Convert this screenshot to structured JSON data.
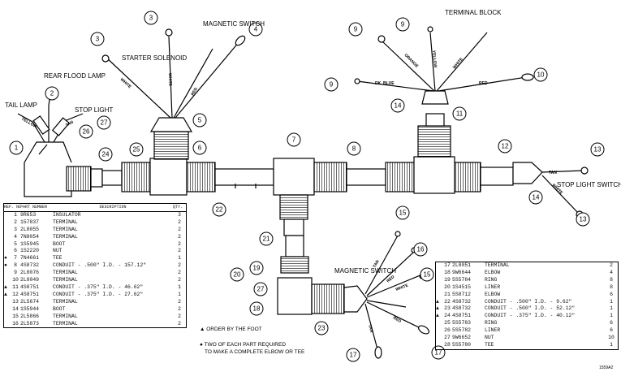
{
  "labels": {
    "tail_lamp": "TAIL LAMP",
    "rear_flood_lamp": "REAR FLOOD LAMP",
    "stop_light": "STOP LIGHT",
    "starter_solenoid": "STARTER SOLENOID",
    "magnetic_switch_top": "MAGNETIC SWITCH",
    "terminal_block": "TERMINAL BLOCK",
    "magnetic_switch_bottom": "MAGNETIC SWITCH",
    "stop_light_switch": "STOP LIGHT SWITCH"
  },
  "wires": {
    "yellow": "YELLOW",
    "tan": "TAN",
    "white1": "WHITE",
    "white2": "WHITE",
    "red1": "RED",
    "orange": "ORANGE",
    "yellow2": "YELLOW",
    "white3": "WHITE",
    "dk_blue": "DK. BLUE",
    "red2": "RED",
    "tan2": "TAN",
    "white4": "WHITE",
    "tan3": "TAN",
    "red3": "RED",
    "white5": "WHITE",
    "red4": "RED",
    "tan4": "TAN"
  },
  "callouts": [
    "1",
    "2",
    "3",
    "3",
    "4",
    "5",
    "6",
    "7",
    "8",
    "9",
    "9",
    "9",
    "10",
    "11",
    "12",
    "13",
    "13",
    "14",
    "14",
    "15",
    "15",
    "16",
    "17",
    "17",
    "18",
    "19",
    "20",
    "21",
    "22",
    "23",
    "24",
    "25",
    "26",
    "27",
    "27"
  ],
  "table_left": {
    "headers": [
      "REF. NO.",
      "PART NUMBER",
      "DESCRIPTION",
      "QTY."
    ],
    "rows": [
      {
        "mark": "",
        "ref": "1",
        "part": "9R653",
        "desc": "INSULATOR",
        "qty": "3"
      },
      {
        "mark": "",
        "ref": "2",
        "part": "157837",
        "desc": "TERMINAL",
        "qty": "2"
      },
      {
        "mark": "",
        "ref": "3",
        "part": "2L8055",
        "desc": "TERMINAL",
        "qty": "2"
      },
      {
        "mark": "",
        "ref": "4",
        "part": "7N8054",
        "desc": "TERMINAL",
        "qty": "2"
      },
      {
        "mark": "",
        "ref": "5",
        "part": "1S5945",
        "desc": "BOOT",
        "qty": "2"
      },
      {
        "mark": "",
        "ref": "6",
        "part": "1S2220",
        "desc": "NUT",
        "qty": "2"
      },
      {
        "mark": "●",
        "ref": "7",
        "part": "7N4661",
        "desc": "TEE",
        "qty": "1"
      },
      {
        "mark": "●",
        "ref": "8",
        "part": "4S8732",
        "desc": "CONDUIT - .500\" I.D. - 157.12\"",
        "qty": "2"
      },
      {
        "mark": "",
        "ref": "9",
        "part": "2L8076",
        "desc": "TERMINAL",
        "qty": "2"
      },
      {
        "mark": "",
        "ref": "10",
        "part": "2L8049",
        "desc": "TERMINAL",
        "qty": "2"
      },
      {
        "mark": "▲",
        "ref": "11",
        "part": "4S8751",
        "desc": "CONDUIT - .375\" I.D. - 46.62\"",
        "qty": "1"
      },
      {
        "mark": "▲",
        "ref": "12",
        "part": "4S8751",
        "desc": "CONDUIT - .375\" I.D. - 27.62\"",
        "qty": "1"
      },
      {
        "mark": "",
        "ref": "13",
        "part": "2L5674",
        "desc": "TERMINAL",
        "qty": "2"
      },
      {
        "mark": "",
        "ref": "14",
        "part": "1S5944",
        "desc": "BOOT",
        "qty": "2"
      },
      {
        "mark": "",
        "ref": "15",
        "part": "2L5866",
        "desc": "TERMINAL",
        "qty": "2"
      },
      {
        "mark": "",
        "ref": "16",
        "part": "2L5873",
        "desc": "TERMINAL",
        "qty": "2"
      }
    ]
  },
  "table_right": {
    "rows": [
      {
        "mark": "",
        "ref": "17",
        "part": "2L8051",
        "desc": "TERMINAL",
        "qty": "2"
      },
      {
        "mark": "",
        "ref": "18",
        "part": "9W6644",
        "desc": "ELBOW",
        "qty": "4"
      },
      {
        "mark": "",
        "ref": "19",
        "part": "5S5784",
        "desc": "RING",
        "qty": "8"
      },
      {
        "mark": "",
        "ref": "20",
        "part": "1S4515",
        "desc": "LINER",
        "qty": "8"
      },
      {
        "mark": "",
        "ref": "21",
        "part": "5S8712",
        "desc": "ELBOW",
        "qty": "6"
      },
      {
        "mark": "▲",
        "ref": "22",
        "part": "4S8732",
        "desc": "CONDUIT - .500\" I.D. - 9.62\"",
        "qty": "1"
      },
      {
        "mark": "▲",
        "ref": "23",
        "part": "4S8732",
        "desc": "CONDUIT - .500\" I.D. - 52.12\"",
        "qty": "1"
      },
      {
        "mark": "▲",
        "ref": "24",
        "part": "4S8751",
        "desc": "CONDUIT - .375\" I.D. - 40.12\"",
        "qty": "1"
      },
      {
        "mark": "",
        "ref": "25",
        "part": "5S5783",
        "desc": "RING",
        "qty": "6"
      },
      {
        "mark": "",
        "ref": "26",
        "part": "5S5782",
        "desc": "LINER",
        "qty": "6"
      },
      {
        "mark": "",
        "ref": "27",
        "part": "9W6652",
        "desc": "NUT",
        "qty": "10"
      },
      {
        "mark": "",
        "ref": "28",
        "part": "5S5780",
        "desc": "TEE",
        "qty": "1"
      }
    ]
  },
  "notes": {
    "order_by_foot": "▲ ORDER BY THE FOOT",
    "two_required": "● TWO OF EACH PART REQUIRED",
    "two_required_2": "TO MAKE A COMPLETE ELBOW OR TEE"
  },
  "stamp": "1559A2"
}
